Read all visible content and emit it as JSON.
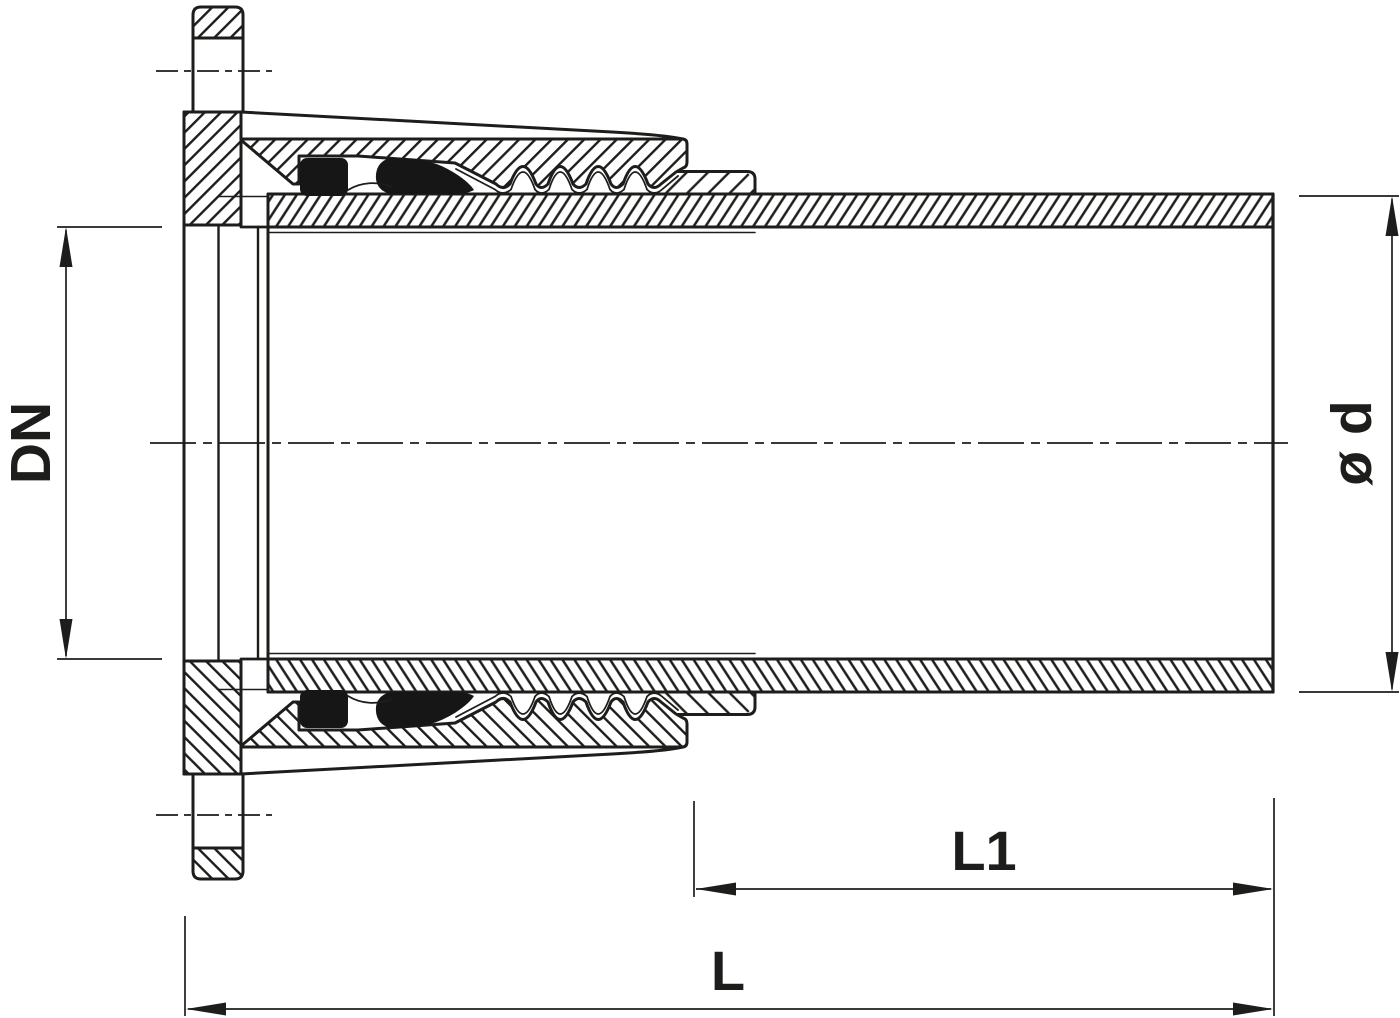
{
  "colors": {
    "background": "#ffffff",
    "line": "#1d1d1b",
    "seal_fill": "#161616"
  },
  "labels": {
    "nominal_diameter": "DN",
    "outer_diameter": "ø d",
    "spigot_length": "L1",
    "overall_length": "L"
  }
}
